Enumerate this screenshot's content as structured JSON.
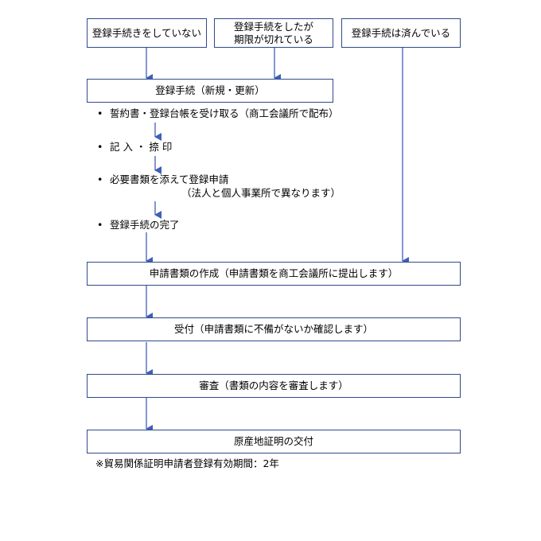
{
  "diagram": {
    "top_boxes": [
      {
        "label": "登録手続きをしていない"
      },
      {
        "label": "登録手続をしたが\n期限が切れている"
      },
      {
        "label": "登録手続は済んでいる"
      }
    ],
    "registration_box": {
      "label": "登録手続（新規・更新）"
    },
    "steps": [
      {
        "bullet": "•",
        "text": "誓約書・登録台帳を受け取る（商工会議所で配布）"
      },
      {
        "bullet": "•",
        "text": "記 入 ・ 捺 印"
      },
      {
        "bullet": "•",
        "text": "必要書類を添えて登録申請",
        "note": "（法人と個人事業所で異なります）"
      },
      {
        "bullet": "•",
        "text": "登録手続の完了"
      }
    ],
    "flow_boxes": [
      {
        "label": "申請書類の作成（申請書類を商工会議所に提出します）"
      },
      {
        "label": "受付（申請書類に不備がないか確認します）"
      },
      {
        "label": "審査（書類の内容を審査します）"
      },
      {
        "label": "原産地証明の交付"
      }
    ],
    "footnote": "※貿易関係証明申請者登録有効期間：2年"
  },
  "colors": {
    "border": "#2f4a8a",
    "arrow": "#3f5fb8",
    "text": "#000000"
  }
}
